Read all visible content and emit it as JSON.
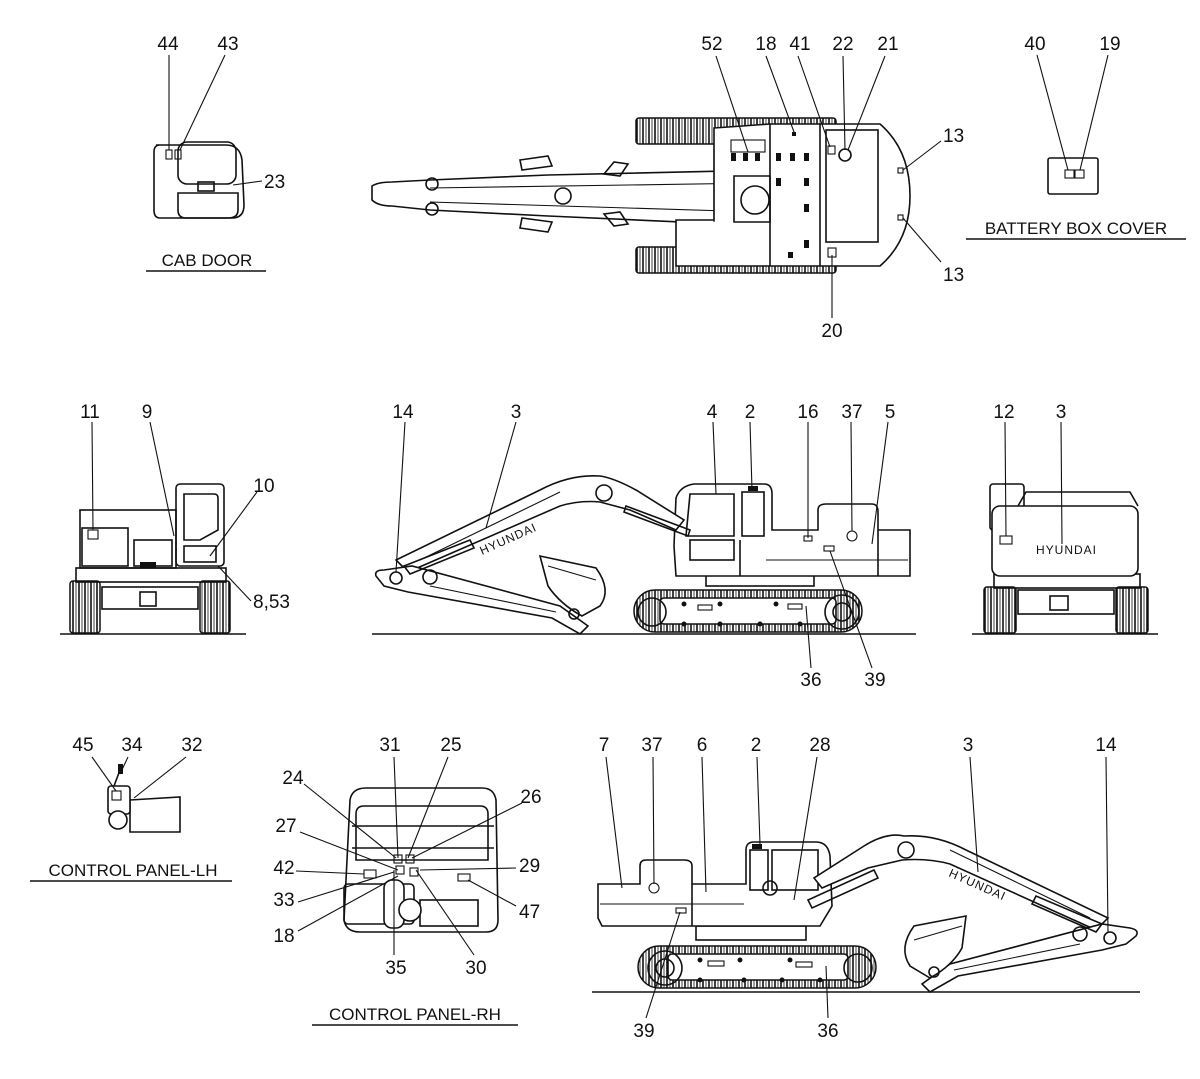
{
  "titles": {
    "cab_door": "CAB DOOR",
    "battery_box_cover": "BATTERY BOX COVER",
    "control_panel_lh": "CONTROL PANEL-LH",
    "control_panel_rh": "CONTROL PANEL-RH"
  },
  "brand": "HYUNDAI",
  "callouts": {
    "cab_door": [
      "44",
      "43",
      "23"
    ],
    "top_view": [
      "52",
      "18",
      "41",
      "22",
      "21",
      "13",
      "13",
      "20"
    ],
    "battery_box": [
      "40",
      "19"
    ],
    "front_view": [
      "11",
      "9",
      "10",
      "8,53"
    ],
    "side_view": [
      "14",
      "3",
      "4",
      "2",
      "16",
      "37",
      "5",
      "36",
      "39"
    ],
    "rear_view": [
      "12",
      "3"
    ],
    "control_panel_lh": [
      "45",
      "34",
      "32"
    ],
    "control_panel_rh": [
      "31",
      "25",
      "24",
      "26",
      "27",
      "29",
      "42",
      "47",
      "33",
      "18",
      "35",
      "30"
    ],
    "bottom_side_view": [
      "7",
      "37",
      "6",
      "2",
      "28",
      "3",
      "14",
      "39",
      "36"
    ]
  }
}
